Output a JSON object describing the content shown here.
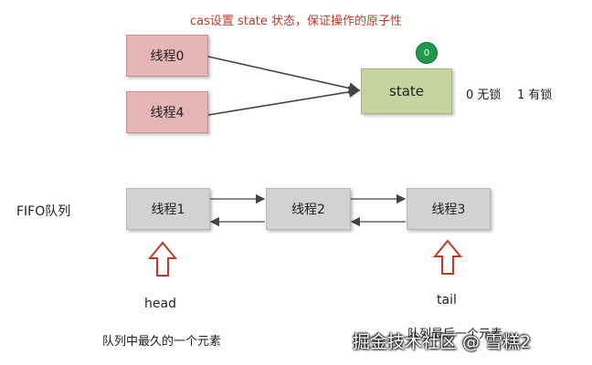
{
  "title": "cas设置 state 状态，保证操作的原子性",
  "threads_top": [
    "线程0",
    "线程4"
  ],
  "state": {
    "label": "state",
    "badge": "0",
    "legend_unlocked": "0 无锁",
    "legend_locked": "1 有锁"
  },
  "queue": {
    "label": "FIFO队列",
    "nodes": [
      "线程1",
      "线程2",
      "线程3"
    ],
    "head_label": "head",
    "tail_label": "tail",
    "head_note": "队列中最久的一个元素",
    "tail_note": "队列最后一个元素"
  },
  "watermark": "掘金技术社区 @ 雪糕2",
  "colors": {
    "title": "#c0392b",
    "thread_box": "#e5b6b6",
    "state_box": "#c5d3a0",
    "badge": "#1e9a4d",
    "queue_box": "#d2d2d2",
    "up_arrow": "#c0392b"
  },
  "icons": [
    "up-arrow-icon"
  ]
}
